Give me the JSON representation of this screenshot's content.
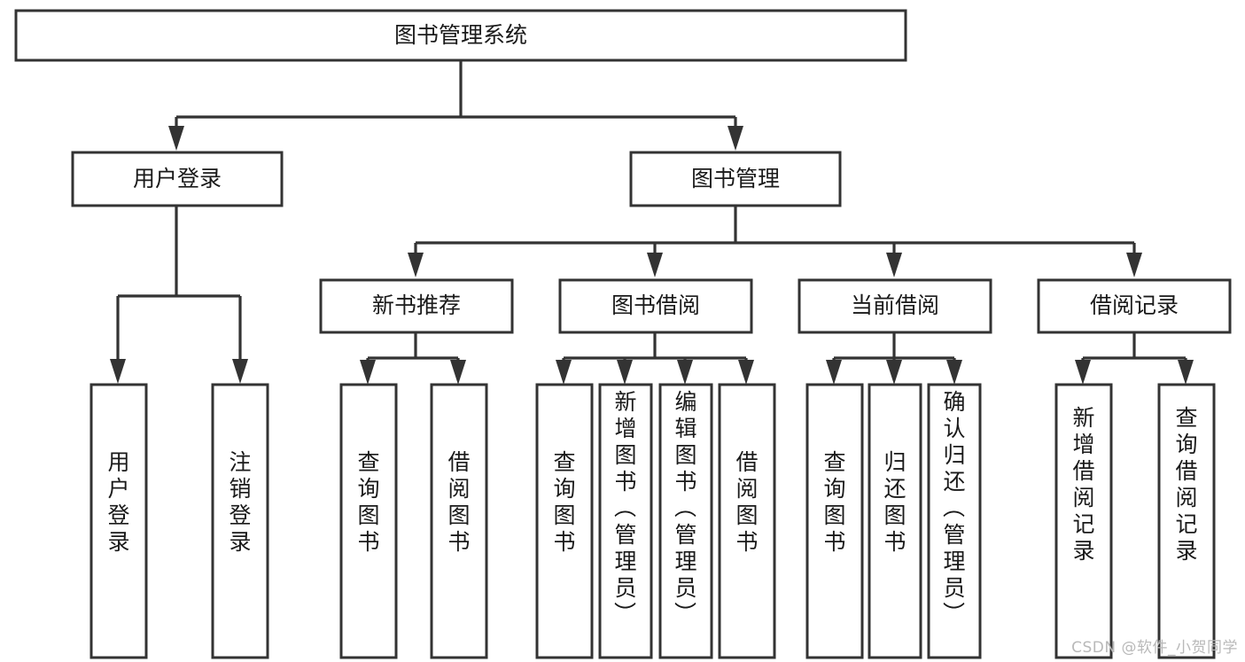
{
  "diagram": {
    "type": "tree-hierarchy-diagram",
    "title": "图书管理系统",
    "watermark": "CSDN @软件_小贺同学",
    "colors": {
      "stroke": "#333333",
      "fill": "#ffffff",
      "text": "#1a1a1a",
      "watermark": "#b9b9b9",
      "background": "#ffffff"
    },
    "root": {
      "id": "root",
      "label": "图书管理系统",
      "orientation": "horizontal"
    },
    "level2": [
      {
        "id": "user-login",
        "label": "用户登录",
        "orientation": "horizontal"
      },
      {
        "id": "book-manage",
        "label": "图书管理",
        "orientation": "horizontal"
      }
    ],
    "level3": [
      {
        "id": "new-book-recommend",
        "label": "新书推荐",
        "orientation": "horizontal",
        "parent": "book-manage"
      },
      {
        "id": "book-borrow",
        "label": "图书借阅",
        "orientation": "horizontal",
        "parent": "book-manage"
      },
      {
        "id": "current-borrow",
        "label": "当前借阅",
        "orientation": "horizontal",
        "parent": "book-manage"
      },
      {
        "id": "borrow-record",
        "label": "借阅记录",
        "orientation": "horizontal",
        "parent": "book-manage"
      }
    ],
    "leaves": [
      {
        "id": "leaf-user-login",
        "label": "用户登录",
        "orientation": "vertical",
        "parent": "user-login"
      },
      {
        "id": "leaf-logout",
        "label": "注销登录",
        "orientation": "vertical",
        "parent": "user-login"
      },
      {
        "id": "leaf-query-book-1",
        "label": "查询图书",
        "orientation": "vertical",
        "parent": "new-book-recommend"
      },
      {
        "id": "leaf-borrow-book-1",
        "label": "借阅图书",
        "orientation": "vertical",
        "parent": "new-book-recommend"
      },
      {
        "id": "leaf-query-book-2",
        "label": "查询图书",
        "orientation": "vertical",
        "parent": "book-borrow"
      },
      {
        "id": "leaf-add-book",
        "label": "新增图书（管理员）",
        "orientation": "vertical",
        "parent": "book-borrow"
      },
      {
        "id": "leaf-edit-book",
        "label": "编辑图书（管理员）",
        "orientation": "vertical",
        "parent": "book-borrow"
      },
      {
        "id": "leaf-borrow-book-2",
        "label": "借阅图书",
        "orientation": "vertical",
        "parent": "book-borrow"
      },
      {
        "id": "leaf-query-book-3",
        "label": "查询图书",
        "orientation": "vertical",
        "parent": "current-borrow"
      },
      {
        "id": "leaf-return-book",
        "label": "归还图书",
        "orientation": "vertical",
        "parent": "current-borrow"
      },
      {
        "id": "leaf-confirm-return",
        "label": "确认归还（管理员）",
        "orientation": "vertical",
        "parent": "current-borrow"
      },
      {
        "id": "leaf-add-record",
        "label": "新增借阅记录",
        "orientation": "vertical",
        "parent": "borrow-record"
      },
      {
        "id": "leaf-query-record",
        "label": "查询借阅记录",
        "orientation": "vertical",
        "parent": "borrow-record"
      }
    ]
  }
}
